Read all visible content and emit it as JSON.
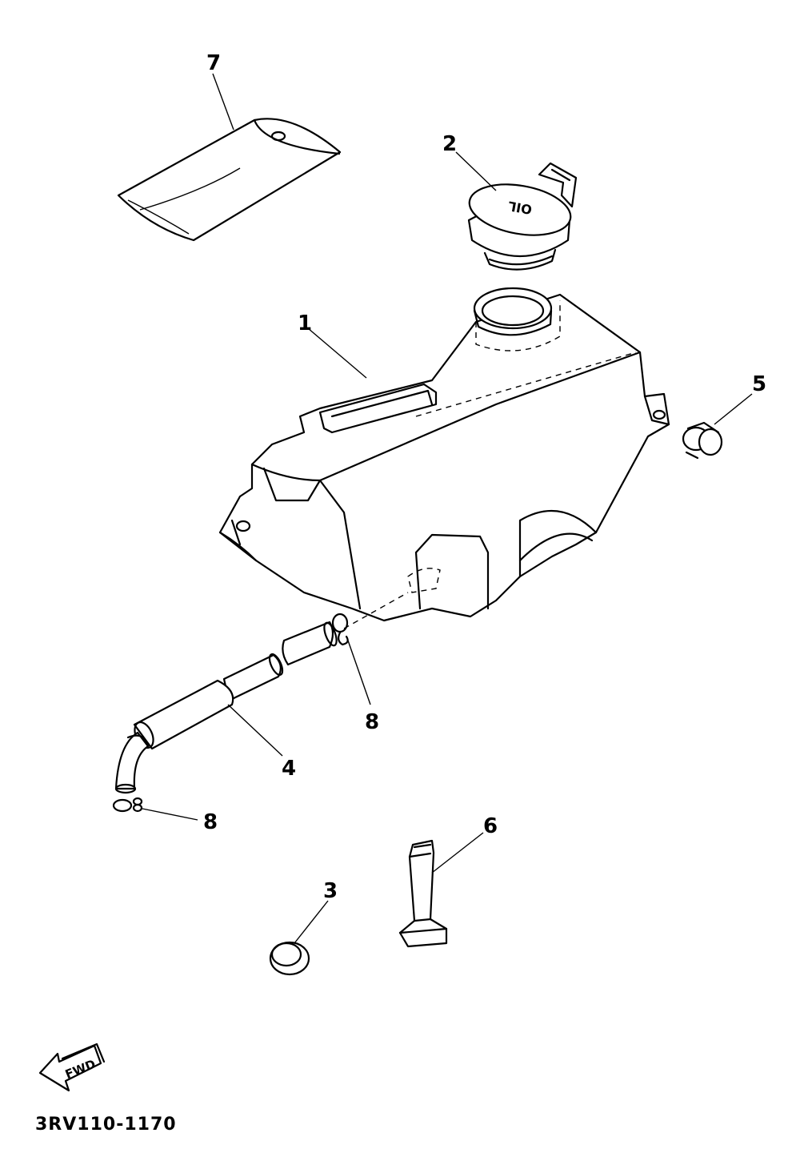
{
  "callouts": {
    "c1": "1",
    "c2": "2",
    "c3": "3",
    "c4": "4",
    "c5": "5",
    "c6": "6",
    "c7": "7",
    "c8a": "8",
    "c8b": "8"
  },
  "cap_marking": "OIL",
  "direction_label": "FWD",
  "diagram_code": "3RV110-1170"
}
